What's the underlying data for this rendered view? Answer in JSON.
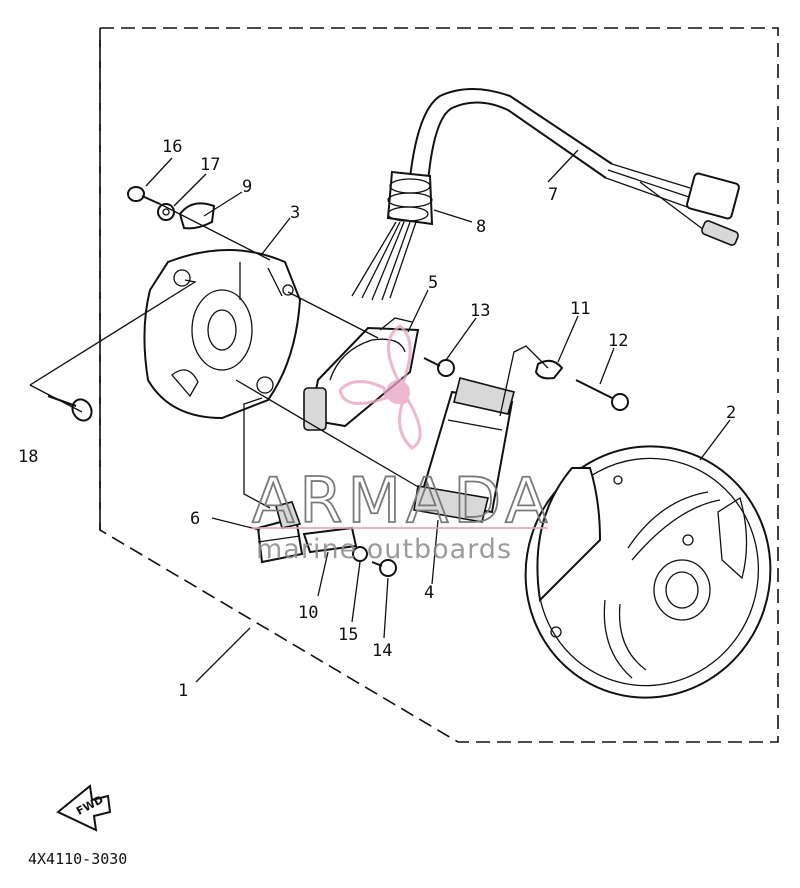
{
  "diagram": {
    "code": "4X4110-3030",
    "fwd_label": "FWD",
    "watermark": {
      "brand": "ARMADA",
      "tagline": "marine outboards",
      "accent": "#e8a0c0"
    },
    "callouts": [
      "1",
      "2",
      "3",
      "4",
      "5",
      "6",
      "7",
      "8",
      "9",
      "10",
      "11",
      "12",
      "13",
      "14",
      "15",
      "16",
      "17",
      "18"
    ]
  }
}
